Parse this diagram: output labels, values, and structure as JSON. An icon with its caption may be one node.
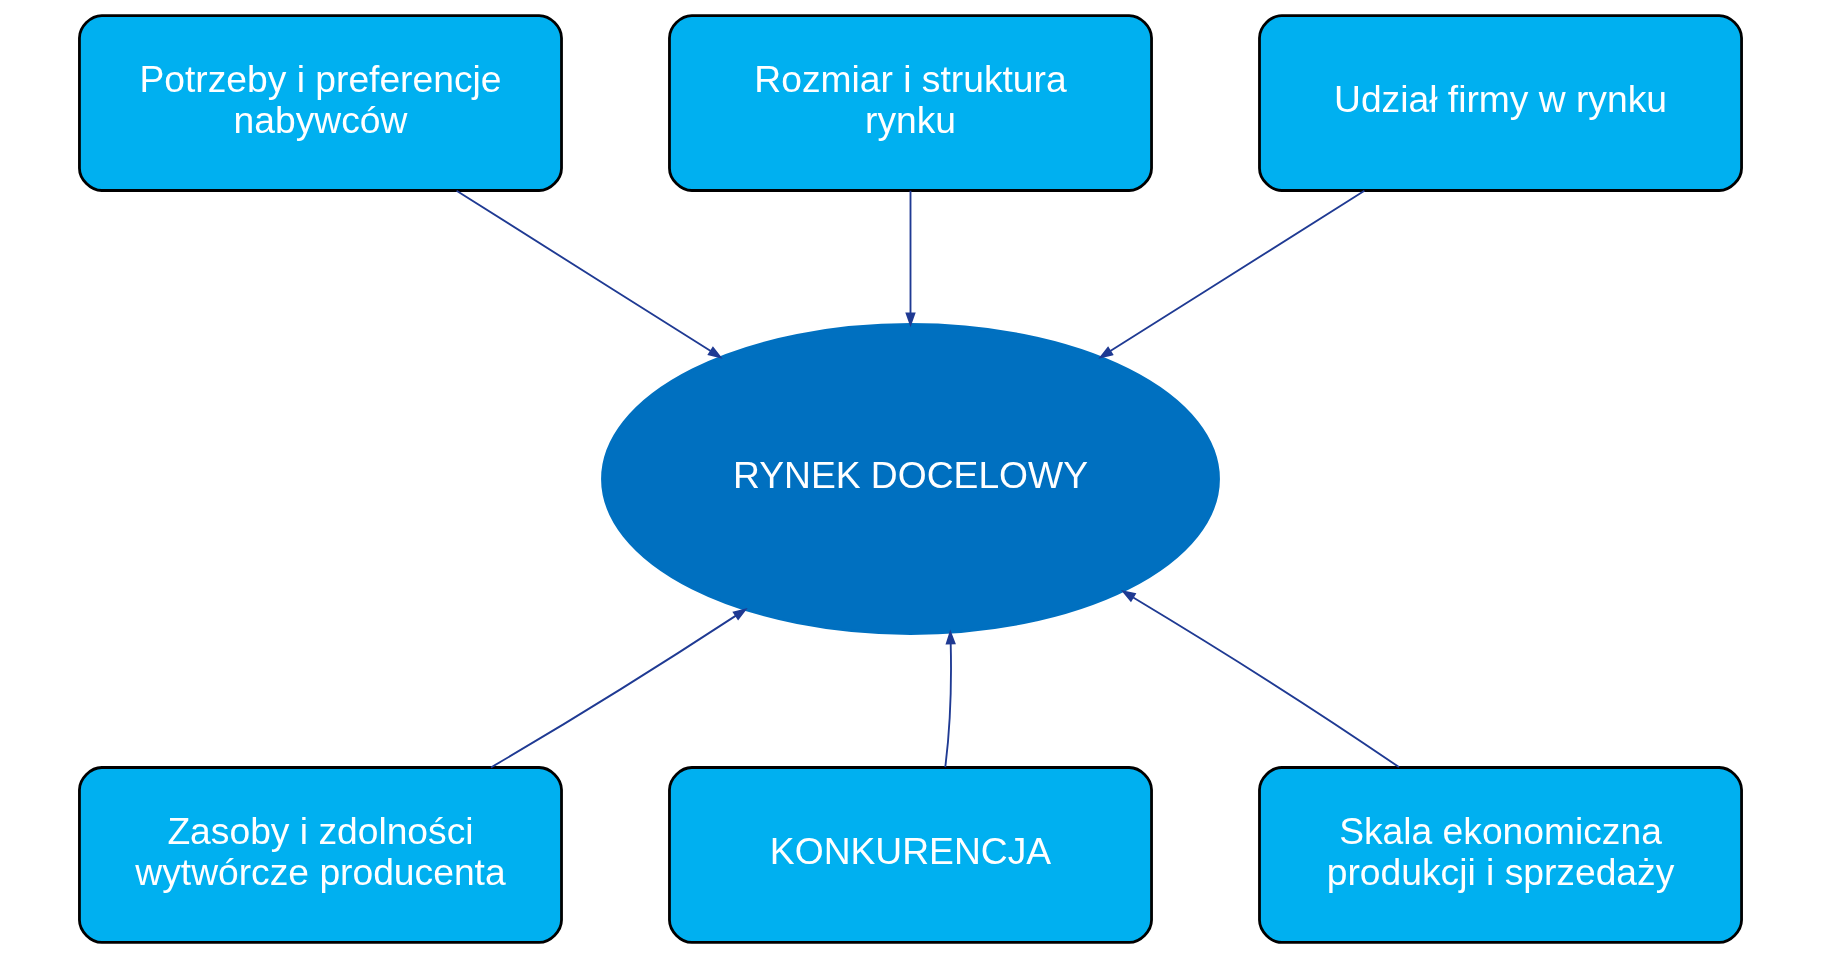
{
  "diagram": {
    "nodes": [
      {
        "text": [
          "Potrzeby i preferencje nabywców"
        ]
      },
      {
        "text": [
          "Rozmiar i struktura rynku"
        ]
      },
      {
        "text": [
          "Udział firmy w rynku"
        ]
      },
      {
        "text": [
          "RYNEK DOCELOWY"
        ]
      },
      {
        "text": [
          "Zasoby i zdolności wytwórcze producenta"
        ]
      },
      {
        "text": [
          "KONKURENCJA"
        ]
      },
      {
        "text": [
          "Skala ekonomiczna produkcji i sprzedaży"
        ]
      }
    ],
    "edges": [
      {
        "from": 0,
        "to": 3,
        "arrow": "to"
      },
      {
        "from": 1,
        "to": 3,
        "arrow": "to"
      },
      {
        "from": 2,
        "to": 3,
        "arrow": "to"
      },
      {
        "from": 4,
        "to": 3,
        "arrow": "to"
      },
      {
        "from": 5,
        "to": 3,
        "arrow": "to"
      },
      {
        "from": 6,
        "to": 3,
        "arrow": "to"
      }
    ]
  }
}
